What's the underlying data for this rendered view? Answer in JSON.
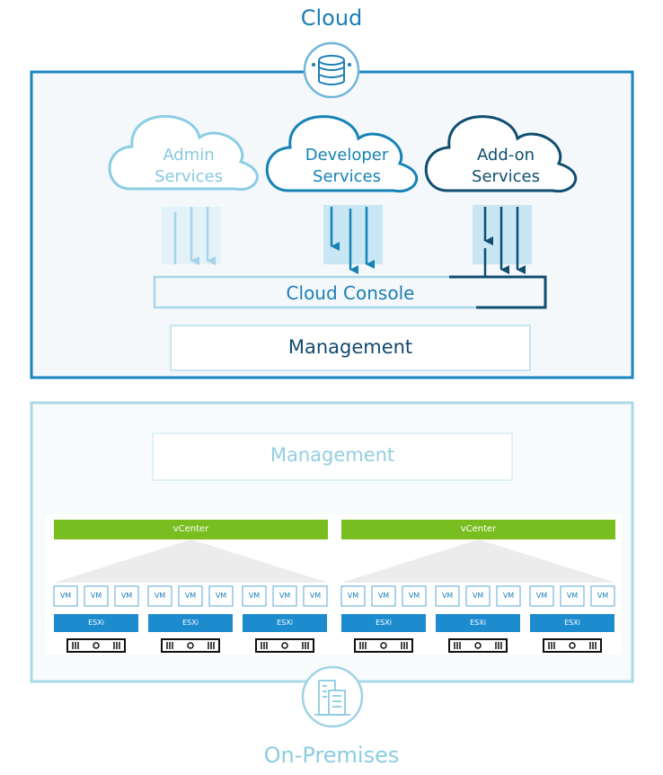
{
  "cloud": {
    "title": "Cloud",
    "services": [
      {
        "line1": "Admin",
        "line2": "Services"
      },
      {
        "line1": "Developer",
        "line2": "Services"
      },
      {
        "line1": "Add-on",
        "line2": "Services"
      }
    ],
    "console_label": "Cloud Console",
    "management_label": "Management"
  },
  "onprem": {
    "title": "On-Premises",
    "management_label": "Management",
    "clusters": [
      {
        "vcenter": "vCenter",
        "hosts": [
          {
            "vms": [
              "VM",
              "VM",
              "VM"
            ],
            "esxi": "ESXi"
          },
          {
            "vms": [
              "VM",
              "VM",
              "VM"
            ],
            "esxi": "ESXi"
          },
          {
            "vms": [
              "VM",
              "VM",
              "VM"
            ],
            "esxi": "ESXi"
          }
        ]
      },
      {
        "vcenter": "vCenter",
        "hosts": [
          {
            "vms": [
              "VM",
              "VM",
              "VM"
            ],
            "esxi": "ESXi"
          },
          {
            "vms": [
              "VM",
              "VM",
              "VM"
            ],
            "esxi": "ESXi"
          },
          {
            "vms": [
              "VM",
              "VM",
              "VM"
            ],
            "esxi": "ESXi"
          }
        ]
      }
    ]
  },
  "colors": {
    "cloud_border": "#1a85bf",
    "cloud_bg": "#f4f8fb",
    "onprem_border": "#a9d9e6",
    "vcenter": "#78be20",
    "esxi": "#1d8ccf",
    "server_badge": "#111111"
  }
}
